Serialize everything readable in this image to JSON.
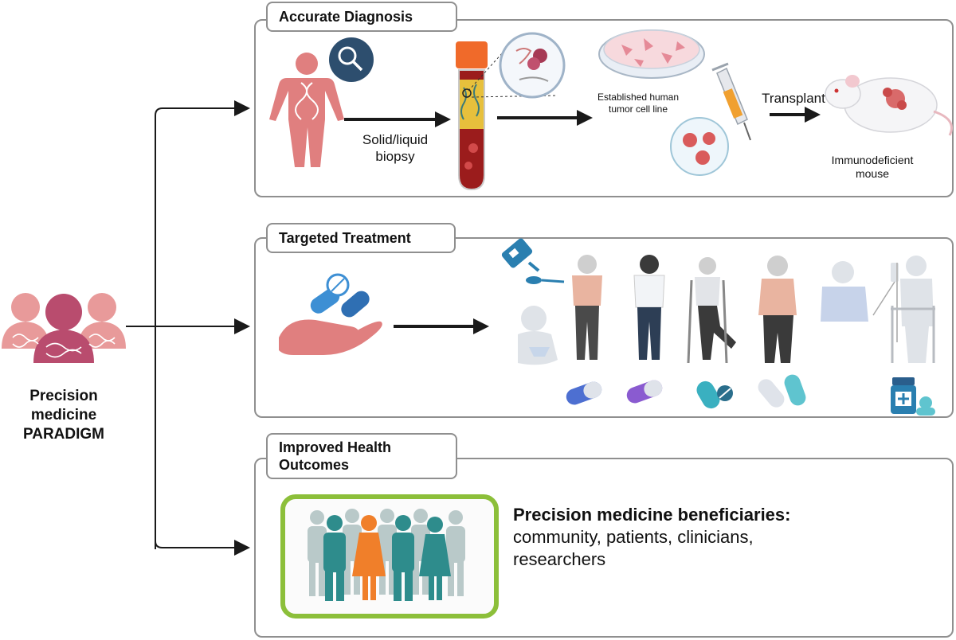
{
  "left": {
    "title_lines": [
      "Precision",
      "medicine",
      "PARADIGM"
    ]
  },
  "panels": {
    "diagnosis": {
      "title": "Accurate Diagnosis",
      "biopsy_lines": [
        "Solid/liquid",
        "biopsy"
      ],
      "cell_line_lines": [
        "Established human",
        "tumor cell line"
      ],
      "transplant": "Transplant",
      "mouse_lines": [
        "Immunodeficient",
        "mouse"
      ]
    },
    "treatment": {
      "title": "Targeted Treatment"
    },
    "outcomes": {
      "title_lines": [
        "Improved Health",
        "Outcomes"
      ],
      "beneficiaries_heading": "Precision medicine beneficiaries:",
      "beneficiaries_lines": [
        "community, patients, clinicians,",
        "researchers"
      ]
    }
  },
  "colors": {
    "pink": "#e07f7f",
    "dark_pink": "#b04a6a",
    "teal": "#2e8c8c",
    "orange": "#f07f2a",
    "green": "#8cbf3a",
    "navy": "#2d4e6e",
    "blood": "#9b1c1c",
    "arrow": "#1a1a1a"
  }
}
